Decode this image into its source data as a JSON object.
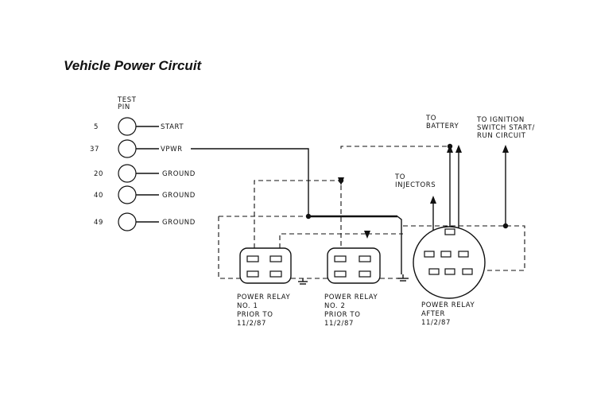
{
  "title": "Vehicle Power Circuit",
  "test_pin_header": [
    "TEST",
    "PIN"
  ],
  "pins": [
    {
      "number": "5",
      "label": "START"
    },
    {
      "number": "37",
      "label": "VPWR"
    },
    {
      "number": "20",
      "label": "GROUND"
    },
    {
      "number": "40",
      "label": "GROUND"
    },
    {
      "number": "49",
      "label": "GROUND"
    }
  ],
  "connections": {
    "battery": [
      "TO",
      "BATTERY"
    ],
    "ignition": [
      "TO IGNITION",
      "SWITCH START/",
      "RUN CIRCUIT"
    ],
    "injectors": [
      "TO",
      "INJECTORS"
    ]
  },
  "relays": [
    {
      "lines": [
        "POWER RELAY",
        "NO. 1",
        "PRIOR TO",
        "11/2/87"
      ]
    },
    {
      "lines": [
        "POWER RELAY",
        "NO. 2",
        "PRIOR TO",
        "11/2/87"
      ]
    },
    {
      "lines": [
        "POWER RELAY",
        "AFTER",
        "11/2/87"
      ]
    }
  ]
}
